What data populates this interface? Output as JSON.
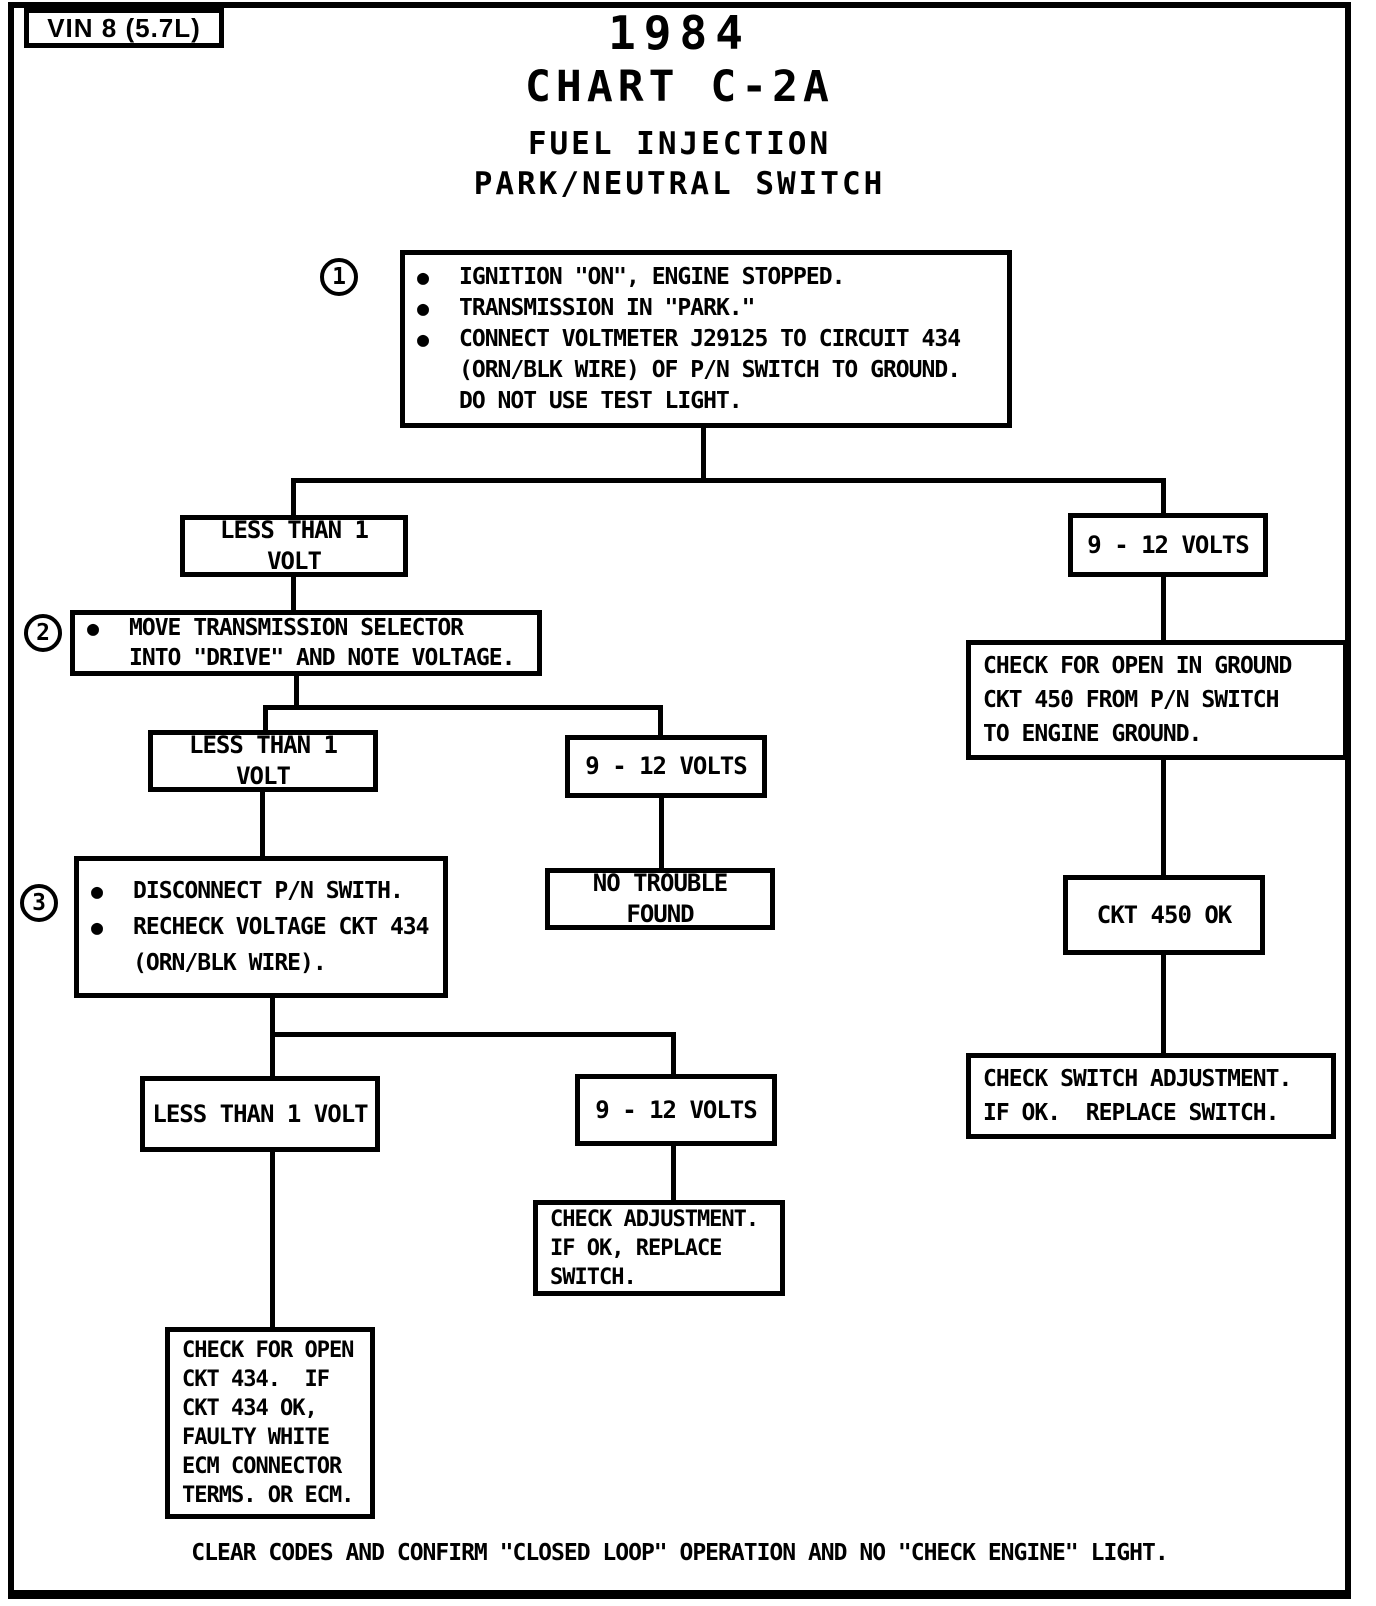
{
  "header": {
    "vin_badge": "VIN 8 (5.7L)",
    "year": "1984",
    "chart_title": "CHART C-2A",
    "subtitle1": "FUEL INJECTION",
    "subtitle2": "PARK/NEUTRAL SWITCH"
  },
  "icons": {
    "bullet": "●"
  },
  "flow": {
    "step1": {
      "marker": "1",
      "lines": [
        "IGNITION \"ON\", ENGINE STOPPED.",
        "TRANSMISSION IN \"PARK.\"",
        "CONNECT VOLTMETER J29125 TO CIRCUIT 434",
        "(ORN/BLK WIRE) OF P/N SWITCH TO GROUND.",
        "DO NOT USE TEST LIGHT."
      ]
    },
    "branch1_left": "LESS THAN 1 VOLT",
    "branch1_right": "9 - 12 VOLTS",
    "step2": {
      "marker": "2",
      "lines": [
        "MOVE TRANSMISSION SELECTOR",
        "INTO \"DRIVE\" AND NOTE VOLTAGE."
      ]
    },
    "branch2_left": "LESS THAN 1 VOLT",
    "branch2_right": "9 - 12 VOLTS",
    "no_trouble_found": "NO TROUBLE FOUND",
    "step3": {
      "marker": "3",
      "lines": [
        "DISCONNECT P/N SWITH.",
        "RECHECK VOLTAGE CKT 434",
        "(ORN/BLK WIRE)."
      ]
    },
    "branch3_left": "LESS THAN 1 VOLT",
    "branch3_right": "9 - 12 VOLTS",
    "check_adjustment": {
      "lines": [
        "CHECK ADJUSTMENT.",
        "IF OK, REPLACE",
        "SWITCH."
      ]
    },
    "check_open_ckt434": {
      "lines": [
        "CHECK FOR OPEN",
        "CKT 434.  IF",
        "CKT 434 OK,",
        "FAULTY WHITE",
        "ECM CONNECTOR",
        "TERMS. OR ECM."
      ]
    },
    "check_ground": {
      "lines": [
        "CHECK FOR OPEN IN GROUND",
        "CKT 450 FROM P/N SWITCH",
        "TO ENGINE GROUND."
      ]
    },
    "ckt_450_ok": "CKT 450 OK",
    "check_switch_adjustment": {
      "lines": [
        "CHECK SWITCH ADJUSTMENT.",
        "IF OK.  REPLACE SWITCH."
      ]
    }
  },
  "footer": "CLEAR CODES AND CONFIRM \"CLOSED LOOP\" OPERATION AND NO \"CHECK ENGINE\" LIGHT.",
  "colors": {
    "ink": "#000000",
    "paper": "#ffffff"
  }
}
